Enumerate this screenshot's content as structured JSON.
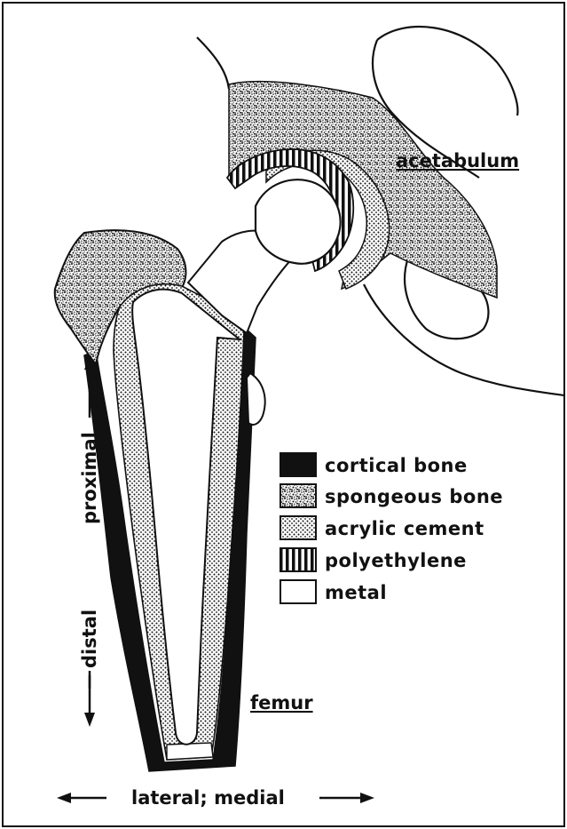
{
  "labels": {
    "acetabulum": "acetabulum",
    "femur": "femur",
    "proximal": "proximal",
    "distal": "distal",
    "lateral_medial": "lateral; medial"
  },
  "legend": [
    {
      "key": "cortical",
      "label": "cortical bone",
      "pattern": "solid-black"
    },
    {
      "key": "spongeous",
      "label": "spongeous bone",
      "pattern": "dense-speckle"
    },
    {
      "key": "cement",
      "label": "acrylic cement",
      "pattern": "fine-dots"
    },
    {
      "key": "polyethylene",
      "label": "polyethylene",
      "pattern": "vertical-hatch"
    },
    {
      "key": "metal",
      "label": "metal",
      "pattern": "white"
    }
  ],
  "colors": {
    "ink": "#111111",
    "paper": "#ffffff"
  }
}
